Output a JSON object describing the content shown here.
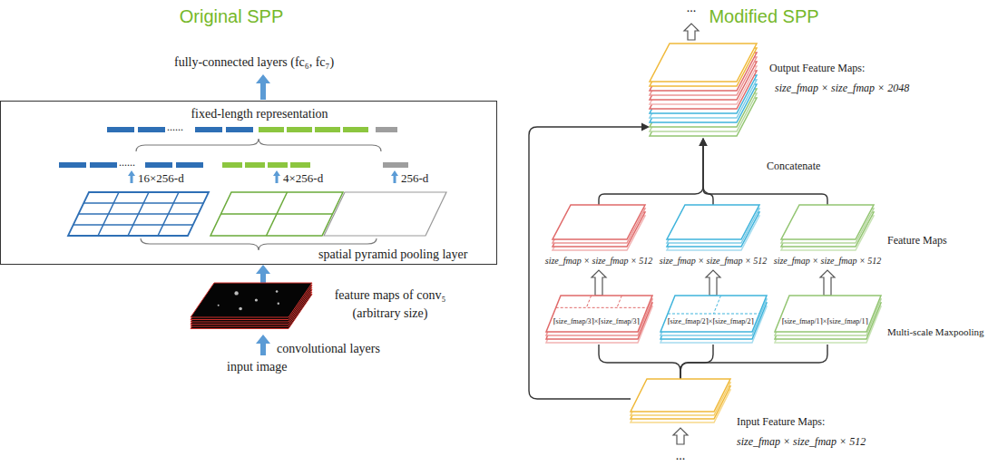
{
  "diagram": {
    "nodes": [
      {
        "text": [
          "fixed-length representation",
          "spatial pyramid pooling layer"
        ]
      },
      {
        "text": [
          "feature maps of conv₅ (arbitrary size)"
        ]
      },
      {
        "text": [
          "Output Feature Maps:",
          "size_fmap × size_fmap × 2048"
        ]
      },
      {
        "text": [
          "size_fmap × size_fmap × 512"
        ]
      },
      {
        "text": [
          "size_fmap × size_fmap × 512"
        ]
      },
      {
        "text": [
          "size_fmap × size_fmap × 512"
        ]
      },
      {
        "text": [
          "⌈size_fmap/3⌉×⌈size_fmap/3⌉"
        ]
      },
      {
        "text": [
          "⌈size_fmap/2⌉×⌈size_fmap/2⌉"
        ]
      },
      {
        "text": [
          "⌈size_fmap/1⌉×⌈size_fmap/1⌉"
        ]
      },
      {
        "text": [
          "Input Feature Maps:",
          "size_fmap × size_fmap × 512"
        ]
      }
    ],
    "edges": [
      {
        "from": 1,
        "to": 0,
        "arrow": "to"
      },
      {
        "from": 9,
        "to": 6,
        "arrow": "none"
      },
      {
        "from": 9,
        "to": 7,
        "arrow": "none"
      },
      {
        "from": 9,
        "to": 8,
        "arrow": "none"
      },
      {
        "from": 6,
        "to": 3,
        "arrow": "to"
      },
      {
        "from": 7,
        "to": 4,
        "arrow": "to"
      },
      {
        "from": 8,
        "to": 5,
        "arrow": "to"
      },
      {
        "from": 3,
        "to": 2,
        "arrow": "to"
      },
      {
        "from": 4,
        "to": 2,
        "arrow": "to"
      },
      {
        "from": 5,
        "to": 2,
        "arrow": "to"
      },
      {
        "from": 9,
        "to": 2,
        "arrow": "to"
      }
    ],
    "labels": [
      "Original SPP",
      "Modified SPP",
      "fully-connected layers (fc₆, fc₇)",
      "......",
      "......",
      "16×256-d",
      "4×256-d",
      "256-d",
      "convolutional layers",
      "input image",
      "...",
      "Concatenate",
      "Feature Maps",
      "Multi-scale Maxpooling",
      "..."
    ]
  }
}
